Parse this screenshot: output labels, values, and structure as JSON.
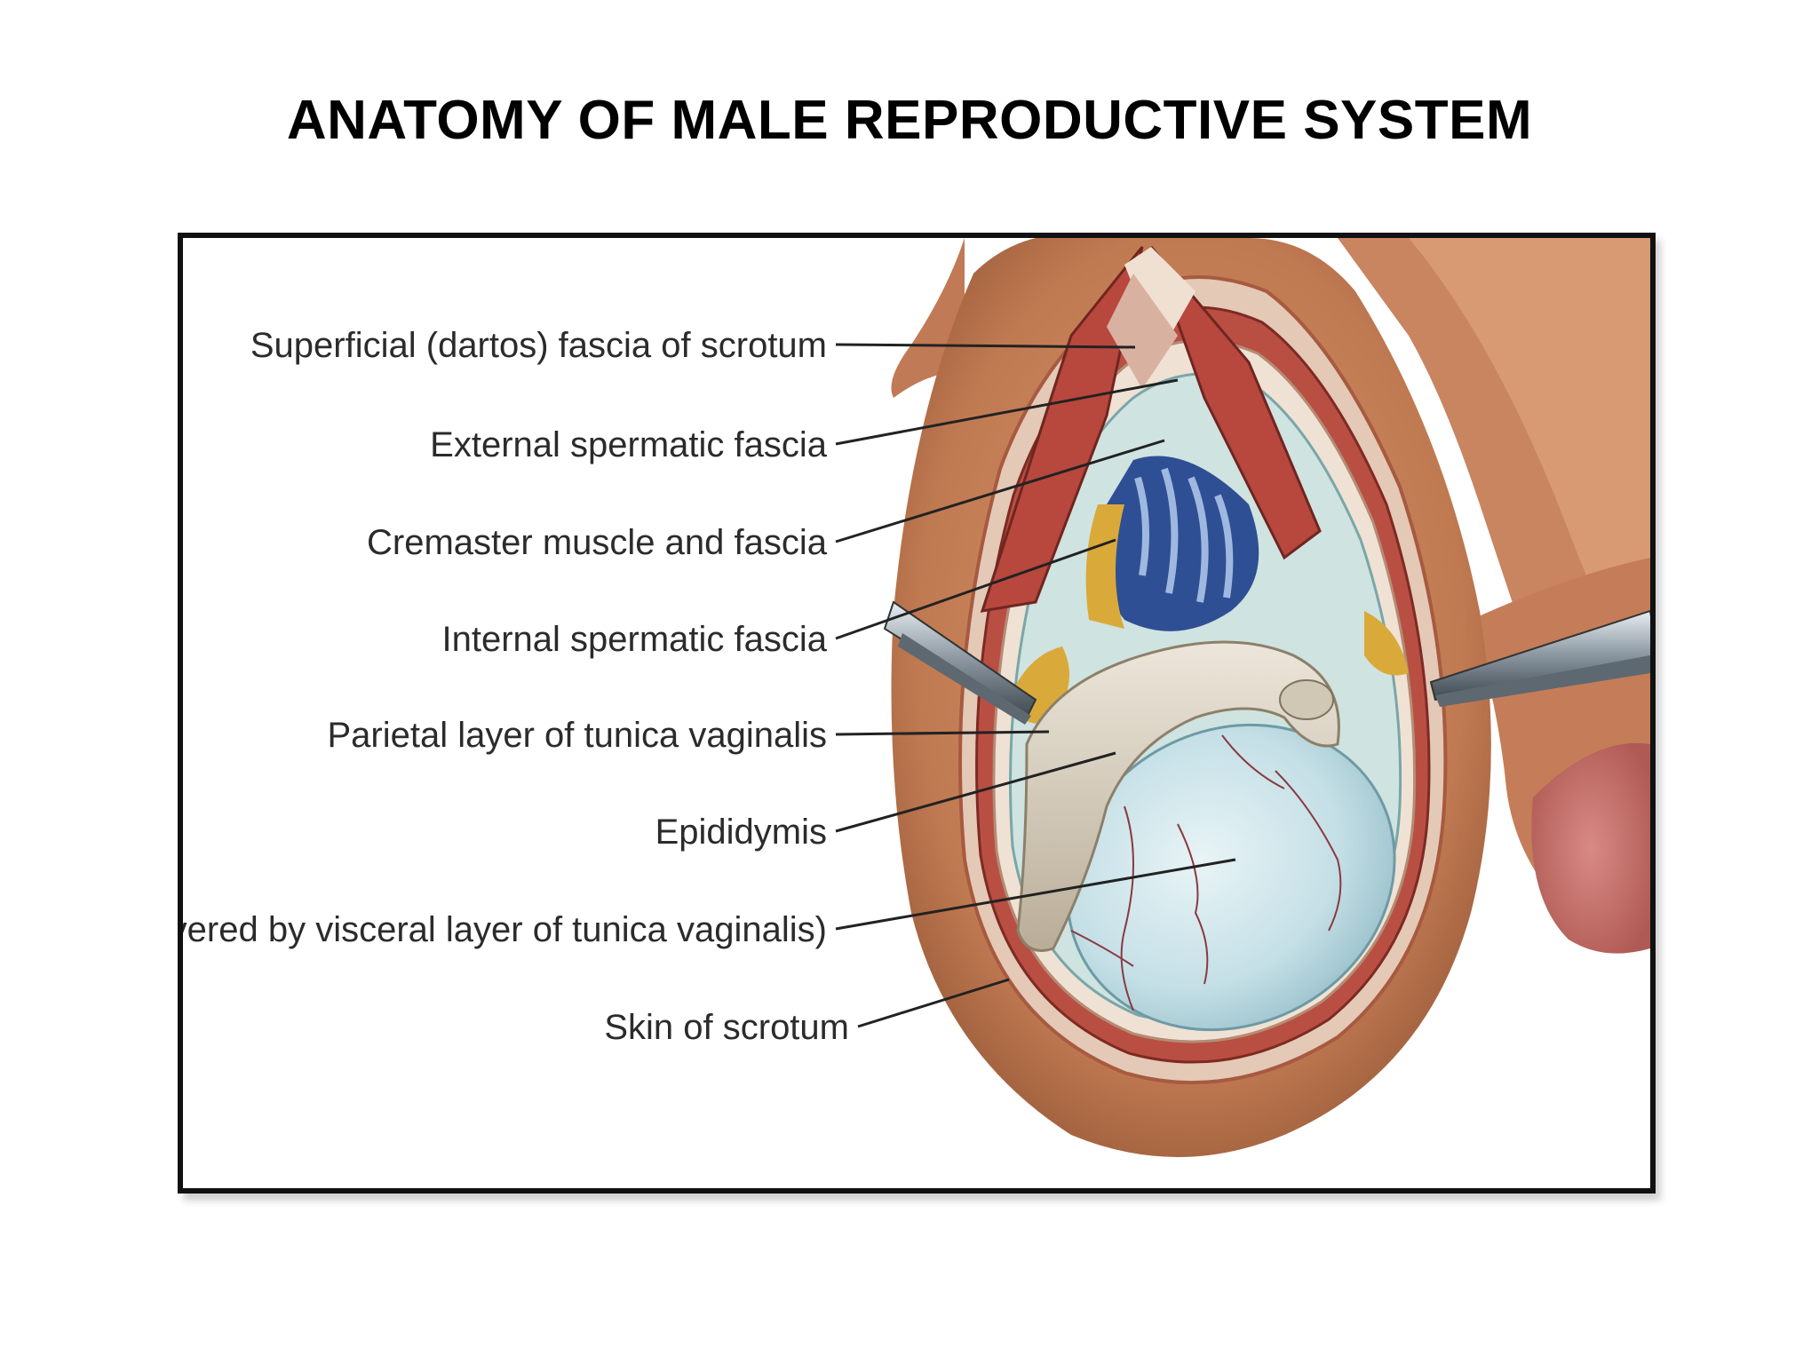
{
  "slide": {
    "title": "ANATOMY OF MALE REPRODUCTIVE SYSTEM"
  },
  "figure": {
    "labels": [
      "Superficial (dartos) fascia of scrotum",
      "External spermatic fascia",
      "Cremaster muscle and fascia",
      "Internal spermatic fascia",
      "Parietal layer of tunica vaginalis",
      "Epididymis",
      "Testis (covered by visceral layer of tunica vaginalis)",
      "Skin of scrotum"
    ],
    "colors": {
      "skin": "#c8805a",
      "skin_dark": "#9c5a3a",
      "fascia_pale": "#e9d8cc",
      "muscle": "#b8403a",
      "testis": "#c9e2e8",
      "epididymis": "#d8d0c0",
      "veins": "#3b5ea8",
      "fat": "#d9a93a",
      "penis_glans": "#c9706a",
      "frame": "#111111",
      "leader_lines": "#222222"
    }
  }
}
